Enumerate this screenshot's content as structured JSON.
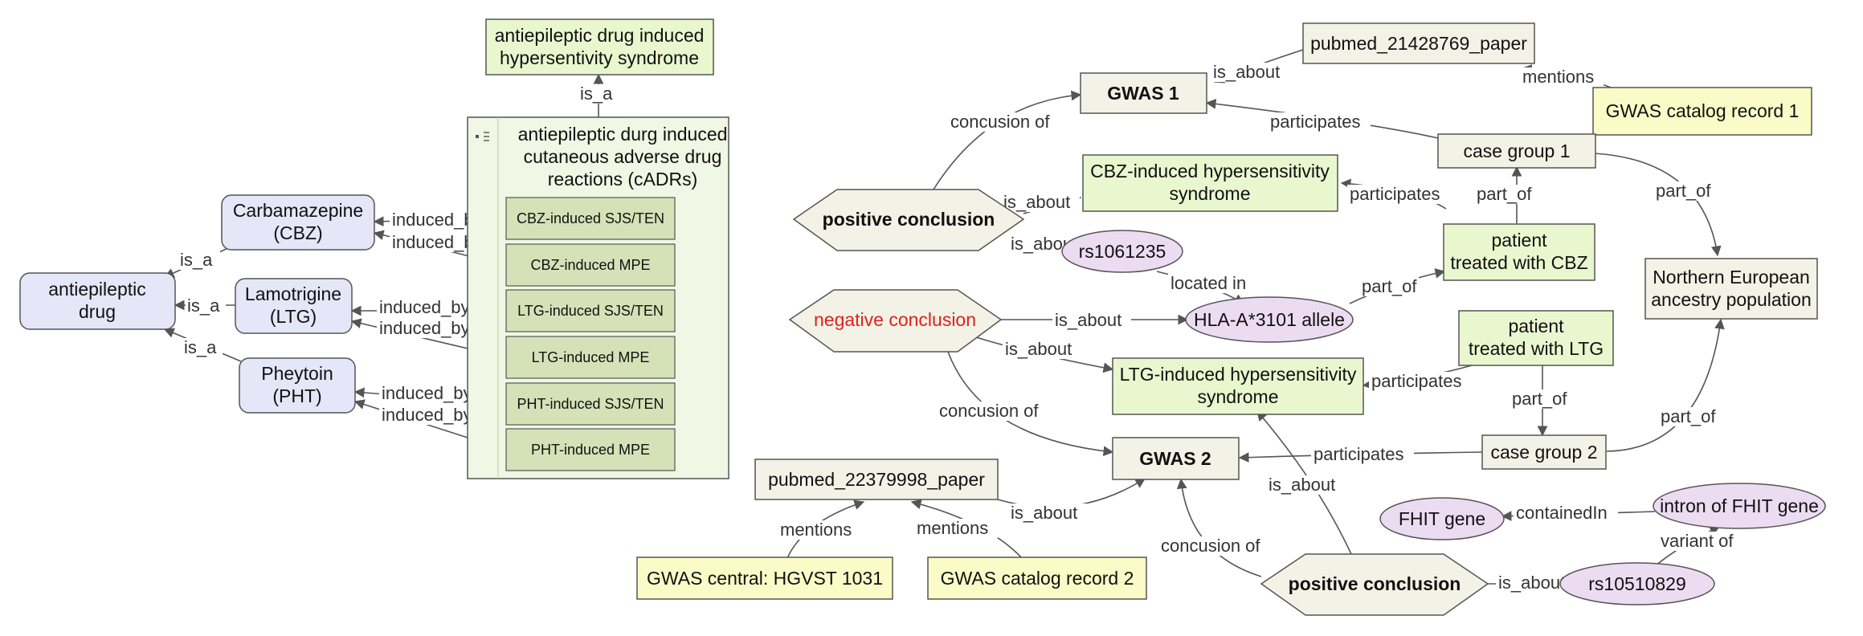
{
  "nodes": {
    "antiepileptic_drug": [
      "antiepileptic",
      "drug"
    ],
    "carbamazepine": [
      "Carbamazepine",
      "(CBZ)"
    ],
    "lamotrigine": [
      "Lamotrigine",
      "(LTG)"
    ],
    "pheytoin": [
      "Pheytoin",
      "(PHT)"
    ],
    "aedihs": [
      "antiepileptic drug induced",
      "hypersentivity syndrome"
    ],
    "cadrs": [
      "antiepileptic durg induced",
      "cutaneous adverse drug",
      "reactions (cADRs)"
    ],
    "cbz_sjs": "CBZ-induced SJS/TEN",
    "cbz_mpe": "CBZ-induced MPE",
    "ltg_sjs": "LTG-induced SJS/TEN",
    "ltg_mpe": "LTG-induced MPE",
    "pht_sjs": "PHT-induced SJS/TEN",
    "pht_mpe": "PHT-induced MPE",
    "gwas1": "GWAS 1",
    "gwas2": "GWAS 2",
    "pubmed1": "pubmed_21428769_paper",
    "pubmed2": "pubmed_22379998_paper",
    "gwas_cat1": "GWAS catalog record 1",
    "gwas_cat2": "GWAS catalog record 2",
    "gwas_central": "GWAS central: HGVST 1031",
    "pos_conc1": "positive conclusion",
    "neg_conc": "negative conclusion",
    "pos_conc2": "positive conclusion",
    "cbz_hs": [
      "CBZ-induced hypersensitivity",
      "syndrome"
    ],
    "ltg_hs": [
      "LTG-induced hypersensitivity",
      "syndrome"
    ],
    "case1": "case group 1",
    "case2": "case group 2",
    "pt_cbz": [
      "patient",
      "treated with CBZ"
    ],
    "pt_ltg": [
      "patient",
      "treated with LTG"
    ],
    "neap": [
      "Northern European",
      "ancestry population"
    ],
    "rs1061235": "rs1061235",
    "hla": "HLA-A*3101 allele",
    "fhit": "FHIT gene",
    "intron": "intron of FHIT gene",
    "rs10510829": "rs10510829"
  },
  "edge_labels": {
    "is_a": "is_a",
    "induced_by": "induced_by",
    "is_about": "is_about",
    "mentions": "mentions",
    "participates": "participates",
    "concusion_of": "concusion of",
    "part_of": "part_of",
    "located_in": "located in",
    "containedIn": "containedIn",
    "variant_of": "variant of"
  },
  "colors": {
    "drug_fill": "#e5e6f8",
    "pheno_fill": "#e9f7cf",
    "group_fill": "#f0f7e4",
    "subtype_fill": "#d5e2b8",
    "study_fill": "#f2f3e6",
    "record_fill": "#fbfbc7",
    "gene_fill": "#ecdcf2",
    "negative_text": "#e02020",
    "edge": "#555555"
  }
}
